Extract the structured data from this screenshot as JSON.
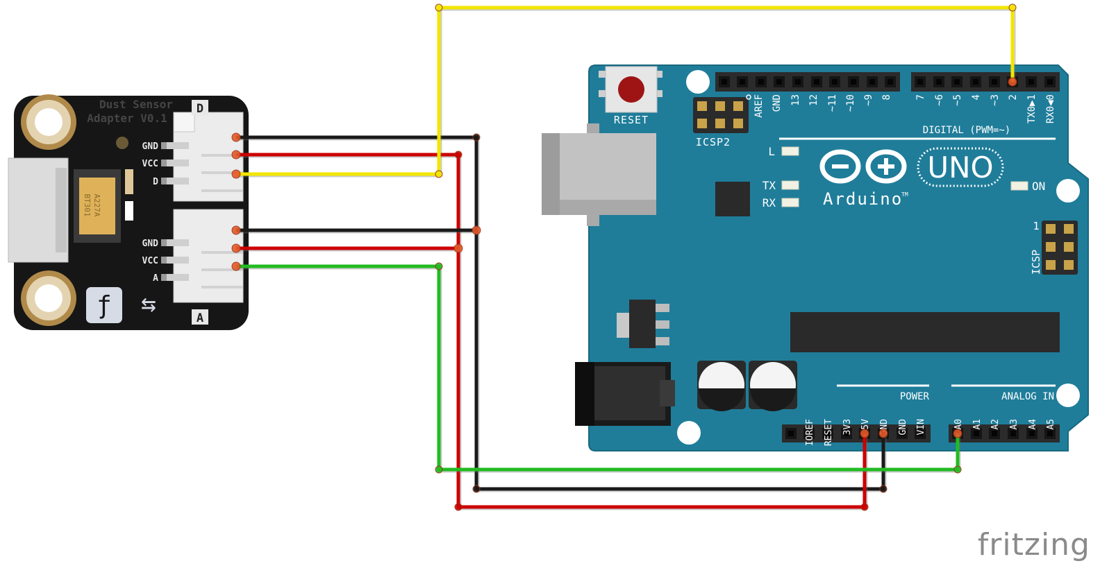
{
  "sensor_module": {
    "title_line1": "Dust Sensor",
    "title_line2": "Adapter V0.1",
    "port_d_tag": "D",
    "port_a_tag": "A",
    "port_d_pins": [
      "GND",
      "VCC",
      "D"
    ],
    "port_a_pins": [
      "GND",
      "VCC",
      "A"
    ],
    "cap_line1": "A227A",
    "cap_line2": "BT301",
    "logo_glyph": "ƒ",
    "arrows_glyph": "⇆"
  },
  "arduino": {
    "reset_label": "RESET",
    "icsp2_label": "ICSP2",
    "icsp_label": "ICSP",
    "icsp_pin1": "1",
    "digital_header_label": "DIGITAL (PWM=~)",
    "digital_pins_left": [
      "AREF",
      "GND",
      "13",
      "12",
      "~11",
      "~10",
      "~9",
      "8"
    ],
    "digital_pins_right": [
      "7",
      "~6",
      "~5",
      "4",
      "~3",
      "2",
      "TX0▶1",
      "RX0◀0"
    ],
    "led_l": "L",
    "led_tx": "TX",
    "led_rx": "RX",
    "led_on": "ON",
    "uno_label": "UNO",
    "brand": "Arduino",
    "trademark": "TM",
    "power_label": "POWER",
    "power_pins": [
      "IOREF",
      "RESET",
      "3V3",
      "5V",
      "GND",
      "GND",
      "VIN"
    ],
    "analog_label": "ANALOG IN",
    "analog_pins": [
      "A0",
      "A1",
      "A2",
      "A3",
      "A4",
      "A5"
    ]
  },
  "wires": [
    {
      "id": "wire-d-gnd",
      "color": "#1a1a1a",
      "from": "D.GND",
      "to": "GND"
    },
    {
      "id": "wire-d-vcc",
      "color": "#cc0000",
      "from": "D.VCC",
      "to": "5V"
    },
    {
      "id": "wire-d-signal",
      "color": "#f2e600",
      "from": "D.D",
      "to": "2"
    },
    {
      "id": "wire-a-gnd",
      "color": "#1a1a1a",
      "from": "A.GND",
      "to": "GND"
    },
    {
      "id": "wire-a-vcc",
      "color": "#cc0000",
      "from": "A.VCC",
      "to": "5V"
    },
    {
      "id": "wire-a-signal",
      "color": "#22bb22",
      "from": "A.A",
      "to": "A0"
    }
  ],
  "colors": {
    "board": "#1f7d9a",
    "board_edge": "#18697f",
    "header": "#2b2b2b",
    "sensor_pcb": "#161616",
    "wire_black": "#1a1a1a",
    "wire_red": "#cc0000",
    "wire_yellow": "#f2e600",
    "wire_green": "#22bb22",
    "wire_end": "#e35a2a"
  },
  "watermark": "fritzing"
}
